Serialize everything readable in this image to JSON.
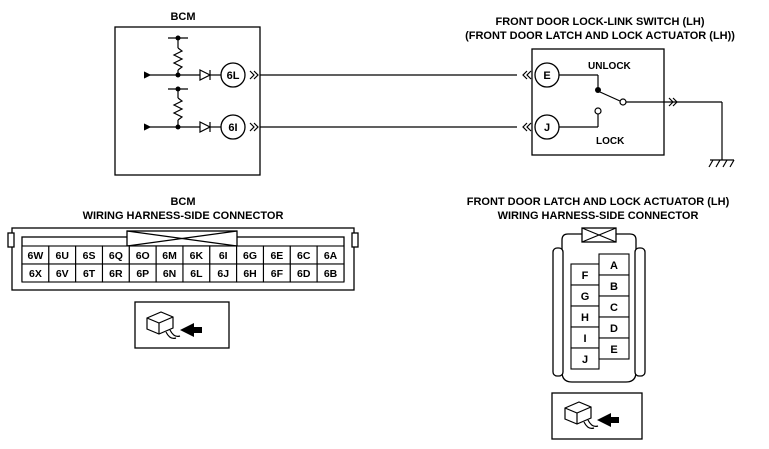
{
  "bcm": {
    "title": "BCM",
    "terminals": [
      "6L",
      "6I"
    ]
  },
  "switch": {
    "title_line1": "FRONT DOOR LOCK-LINK SWITCH (LH)",
    "title_line2": "(FRONT DOOR LATCH AND LOCK ACTUATOR (LH))",
    "terminals": [
      "E",
      "J"
    ],
    "unlock_label": "UNLOCK",
    "lock_label": "LOCK"
  },
  "bcm_connector": {
    "title_line1": "BCM",
    "title_line2": "WIRING HARNESS-SIDE CONNECTOR",
    "row1": [
      "6W",
      "6U",
      "6S",
      "6Q",
      "6O",
      "6M",
      "6K",
      "6I",
      "6G",
      "6E",
      "6C",
      "6A"
    ],
    "row2": [
      "6X",
      "6V",
      "6T",
      "6R",
      "6P",
      "6N",
      "6L",
      "6J",
      "6H",
      "6F",
      "6D",
      "6B"
    ]
  },
  "actuator_connector": {
    "title_line1": "FRONT DOOR LATCH AND LOCK ACTUATOR (LH)",
    "title_line2": "WIRING HARNESS-SIDE CONNECTOR",
    "left_pins": [
      "F",
      "G",
      "H",
      "I",
      "J"
    ],
    "right_pins": [
      "A",
      "B",
      "C",
      "D",
      "E"
    ]
  }
}
